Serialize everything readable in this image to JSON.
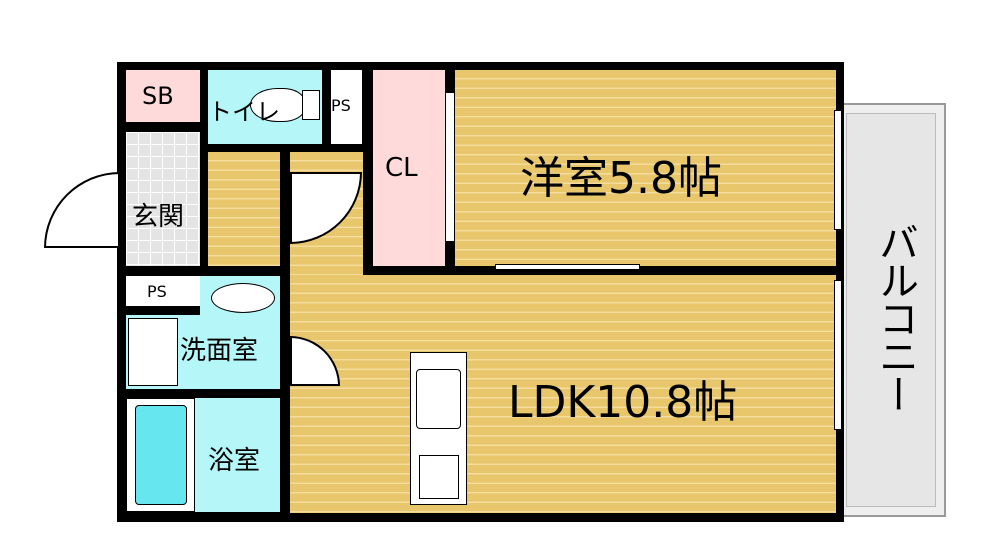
{
  "rooms": {
    "sb": "SB",
    "toilet": "トイレ",
    "ps_top": "PS",
    "closet": "CL",
    "western_room": "洋室5.8帖",
    "entrance": "玄関",
    "ps_lower": "PS",
    "washroom": "洗面室",
    "bathroom": "浴室",
    "ldk": "LDK10.8帖",
    "balcony": "バルコニー"
  },
  "colors": {
    "floor": "#e8c66c",
    "wet_area": "#b5f6f8",
    "storage": "#ffdada",
    "wall": "#000000"
  }
}
